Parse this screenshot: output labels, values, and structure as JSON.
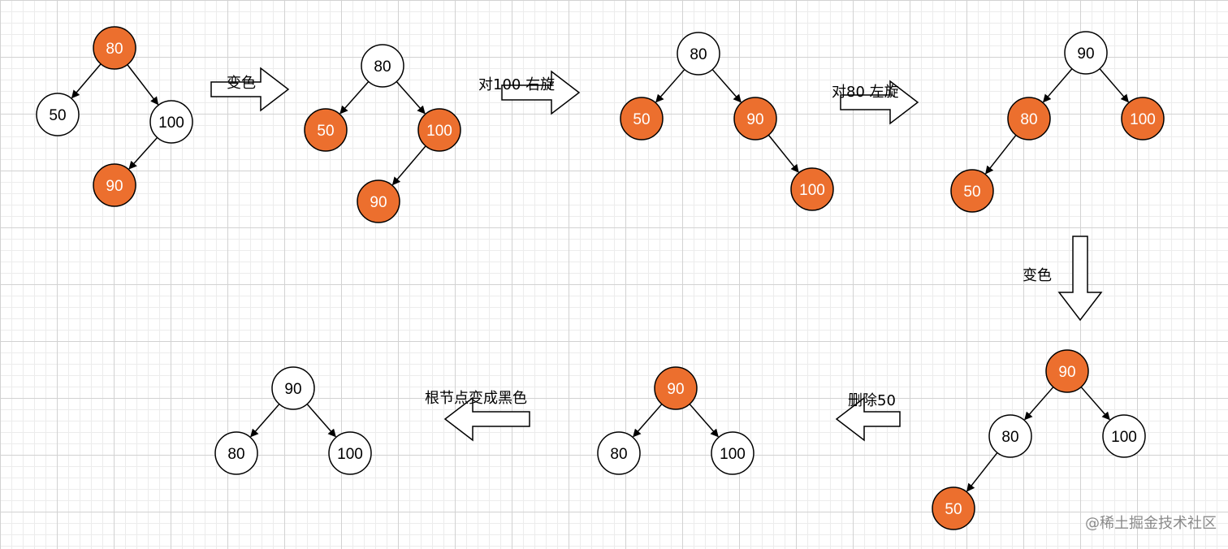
{
  "colors": {
    "red_node": "#ec6f2e",
    "black_node": "#ffffff",
    "red_text": "#ffffff",
    "black_text": "#000000"
  },
  "steps": [
    {
      "nodes": [
        {
          "id": "n80",
          "value": "80",
          "color": "red"
        },
        {
          "id": "n50",
          "value": "50",
          "color": "black"
        },
        {
          "id": "n100",
          "value": "100",
          "color": "black"
        },
        {
          "id": "n90",
          "value": "90",
          "color": "red"
        }
      ],
      "edges": [
        [
          "n80",
          "n50"
        ],
        [
          "n80",
          "n100"
        ],
        [
          "n100",
          "n90"
        ]
      ]
    },
    {
      "nodes": [
        {
          "id": "n80",
          "value": "80",
          "color": "black"
        },
        {
          "id": "n50",
          "value": "50",
          "color": "red"
        },
        {
          "id": "n100",
          "value": "100",
          "color": "red"
        },
        {
          "id": "n90",
          "value": "90",
          "color": "red"
        }
      ],
      "edges": [
        [
          "n80",
          "n50"
        ],
        [
          "n80",
          "n100"
        ],
        [
          "n100",
          "n90"
        ]
      ]
    },
    {
      "nodes": [
        {
          "id": "n80",
          "value": "80",
          "color": "black"
        },
        {
          "id": "n50",
          "value": "50",
          "color": "red"
        },
        {
          "id": "n90",
          "value": "90",
          "color": "red"
        },
        {
          "id": "n100",
          "value": "100",
          "color": "red"
        }
      ],
      "edges": [
        [
          "n80",
          "n50"
        ],
        [
          "n80",
          "n90"
        ],
        [
          "n90",
          "n100"
        ]
      ]
    },
    {
      "nodes": [
        {
          "id": "n90",
          "value": "90",
          "color": "black"
        },
        {
          "id": "n80",
          "value": "80",
          "color": "red"
        },
        {
          "id": "n100",
          "value": "100",
          "color": "red"
        },
        {
          "id": "n50",
          "value": "50",
          "color": "red"
        }
      ],
      "edges": [
        [
          "n90",
          "n80"
        ],
        [
          "n90",
          "n100"
        ],
        [
          "n80",
          "n50"
        ]
      ]
    },
    {
      "nodes": [
        {
          "id": "n90",
          "value": "90",
          "color": "red"
        },
        {
          "id": "n80",
          "value": "80",
          "color": "black"
        },
        {
          "id": "n100",
          "value": "100",
          "color": "black"
        },
        {
          "id": "n50",
          "value": "50",
          "color": "red"
        }
      ],
      "edges": [
        [
          "n90",
          "n80"
        ],
        [
          "n90",
          "n100"
        ],
        [
          "n80",
          "n50"
        ]
      ]
    },
    {
      "nodes": [
        {
          "id": "n90",
          "value": "90",
          "color": "red"
        },
        {
          "id": "n80",
          "value": "80",
          "color": "black"
        },
        {
          "id": "n100",
          "value": "100",
          "color": "black"
        }
      ],
      "edges": [
        [
          "n90",
          "n80"
        ],
        [
          "n90",
          "n100"
        ]
      ]
    },
    {
      "nodes": [
        {
          "id": "n90",
          "value": "90",
          "color": "black"
        },
        {
          "id": "n80",
          "value": "80",
          "color": "black"
        },
        {
          "id": "n100",
          "value": "100",
          "color": "black"
        }
      ],
      "edges": [
        [
          "n90",
          "n80"
        ],
        [
          "n90",
          "n100"
        ]
      ]
    }
  ],
  "transitions": [
    {
      "label": "变色",
      "direction": "right"
    },
    {
      "label": "对100 右旋",
      "direction": "right"
    },
    {
      "label": "对80 左旋",
      "direction": "right"
    },
    {
      "label": "变色",
      "direction": "down"
    },
    {
      "label": "删除50",
      "direction": "left"
    },
    {
      "label": "根节点变成黑色",
      "direction": "left"
    }
  ],
  "watermark": "@稀土掘金技术社区"
}
